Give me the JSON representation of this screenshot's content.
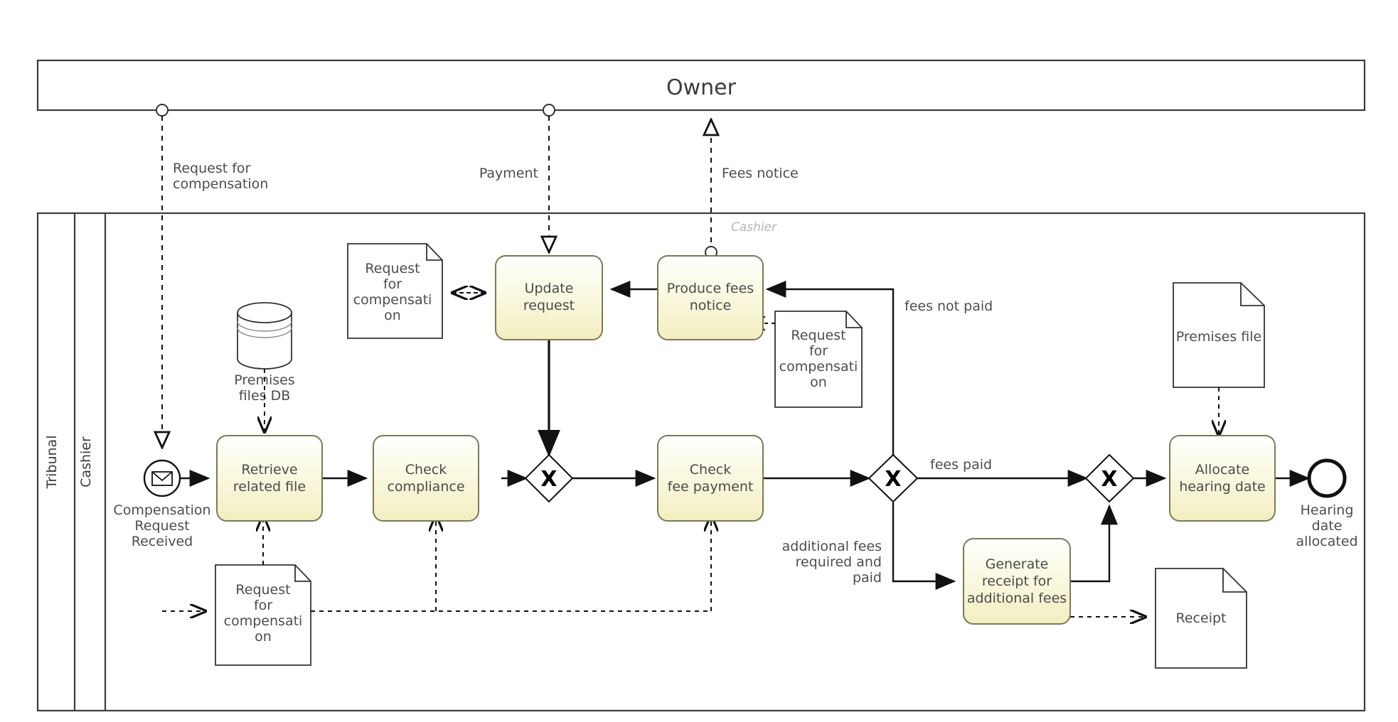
{
  "diagram": {
    "type": "bpmn-collaboration",
    "title_visible": false
  },
  "pools": [
    {
      "id": "owner",
      "label": "Owner",
      "label_orientation": "horizontal"
    },
    {
      "id": "tribunal",
      "label": "Tribunal",
      "label_orientation": "vertical"
    }
  ],
  "lanes": [
    {
      "id": "cashier-lane",
      "label": "Cashier",
      "label_orientation": "vertical"
    },
    {
      "id": "cashier-italic",
      "label": "Cashier",
      "label_orientation": "horizontal-italic"
    }
  ],
  "events": [
    {
      "id": "start",
      "kind": "message-start-event",
      "label": "Compensation\nRequest\nReceived",
      "line1": "Compensation",
      "line2": "Request",
      "line3": "Received"
    },
    {
      "id": "end",
      "kind": "end-event",
      "label": "Hearing\ndate\nallocated",
      "line1": "Hearing",
      "line2": "date",
      "line3": "allocated"
    }
  ],
  "tasks": [
    {
      "id": "retrieve",
      "line1": "Retrieve",
      "line2": "related file"
    },
    {
      "id": "compliance",
      "line1": "Check",
      "line2": "compliance"
    },
    {
      "id": "update",
      "line1": "Update",
      "line2": "request"
    },
    {
      "id": "produce",
      "line1": "Produce fees",
      "line2": "notice"
    },
    {
      "id": "checkfee",
      "line1": "Check",
      "line2": "fee payment"
    },
    {
      "id": "generate",
      "line1": "Generate",
      "line2": "receipt for",
      "line3": "additional fees"
    },
    {
      "id": "allocate",
      "line1": "Allocate",
      "line2": "hearing date"
    }
  ],
  "gateways": [
    {
      "id": "gw-merge-1",
      "kind": "exclusive",
      "symbol": "X"
    },
    {
      "id": "gw-fee-split",
      "kind": "exclusive",
      "symbol": "X"
    },
    {
      "id": "gw-merge-2",
      "kind": "exclusive",
      "symbol": "X"
    }
  ],
  "data_objects": [
    {
      "id": "do-req-top",
      "line1": "Request",
      "line2": "for",
      "line3": "compensati",
      "line4": "on"
    },
    {
      "id": "do-req-mid",
      "line1": "Request",
      "line2": "for",
      "line3": "compensati",
      "line4": "on"
    },
    {
      "id": "do-req-bottom",
      "line1": "Request",
      "line2": "for",
      "line3": "compensati",
      "line4": "on"
    },
    {
      "id": "do-premises-file",
      "line1": "Premises file"
    },
    {
      "id": "do-receipt",
      "line1": "Receipt"
    }
  ],
  "data_stores": [
    {
      "id": "ds-premises",
      "line1": "Premises",
      "line2": "files DB"
    }
  ],
  "message_flows": [
    {
      "id": "mf-request",
      "label_line1": "Request for",
      "label_line2": "compensation",
      "direction": "down"
    },
    {
      "id": "mf-payment",
      "label_line1": "Payment",
      "label_line2": "",
      "direction": "down"
    },
    {
      "id": "mf-fees",
      "label_line1": "Fees notice",
      "label_line2": "",
      "direction": "up"
    }
  ],
  "flow_labels": [
    {
      "id": "fl-fees-not-paid",
      "text": "fees not paid"
    },
    {
      "id": "fl-fees-paid",
      "text": "fees paid"
    },
    {
      "id": "fl-additional",
      "line1": "additional fees",
      "line2": "required and",
      "line3": "paid"
    }
  ],
  "colors": {
    "task_fill_top": "#fefef0",
    "task_fill_bottom": "#f5f2c8",
    "task_stroke": "#7a7a55",
    "line": "#1a1a1a",
    "pool_stroke": "#3c3c3c",
    "label_text": "#4d4d4d",
    "lane_italic_text": "#b4b4b4",
    "data_fill": "#ffffff"
  }
}
